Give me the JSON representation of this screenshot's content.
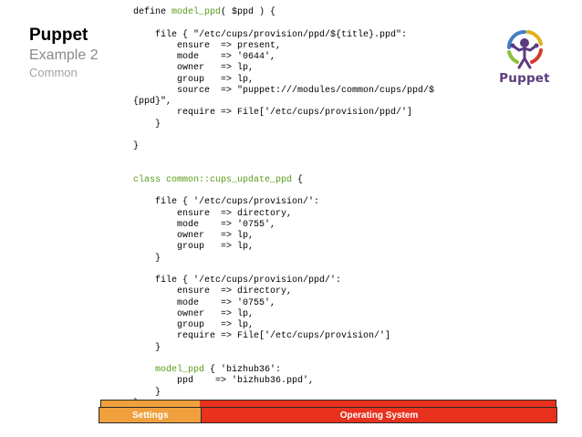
{
  "slide": {
    "title": "Puppet",
    "subtitle": "Example 2",
    "category": "Common"
  },
  "logo": {
    "wordmark": "Puppet"
  },
  "code": {
    "lines": [
      {
        "pre": "define ",
        "kw": "model_ppd",
        "post": "( $ppd ) {"
      },
      {
        "pre": "",
        "kw": "",
        "post": ""
      },
      {
        "pre": "    file { \"/etc/cups/provision/ppd/${title}.ppd\":",
        "kw": "",
        "post": ""
      },
      {
        "pre": "        ensure  => present,",
        "kw": "",
        "post": ""
      },
      {
        "pre": "        mode    => '0644',",
        "kw": "",
        "post": ""
      },
      {
        "pre": "        owner   => lp,",
        "kw": "",
        "post": ""
      },
      {
        "pre": "        group   => lp,",
        "kw": "",
        "post": ""
      },
      {
        "pre": "        source  => \"puppet:///modules/common/cups/ppd/$",
        "kw": "",
        "post": ""
      },
      {
        "pre": "{ppd}\",",
        "kw": "",
        "post": ""
      },
      {
        "pre": "        require => File['/etc/cups/provision/ppd/']",
        "kw": "",
        "post": ""
      },
      {
        "pre": "    }",
        "kw": "",
        "post": ""
      },
      {
        "pre": "",
        "kw": "",
        "post": ""
      },
      {
        "pre": "}",
        "kw": "",
        "post": ""
      },
      {
        "pre": "",
        "kw": "",
        "post": ""
      },
      {
        "pre": "",
        "kw": "",
        "post": ""
      },
      {
        "pre": "",
        "kw": "class common::cups_update_ppd",
        "post": " {"
      },
      {
        "pre": "",
        "kw": "",
        "post": ""
      },
      {
        "pre": "    file { '/etc/cups/provision/':",
        "kw": "",
        "post": ""
      },
      {
        "pre": "        ensure  => directory,",
        "kw": "",
        "post": ""
      },
      {
        "pre": "        mode    => '0755',",
        "kw": "",
        "post": ""
      },
      {
        "pre": "        owner   => lp,",
        "kw": "",
        "post": ""
      },
      {
        "pre": "        group   => lp,",
        "kw": "",
        "post": ""
      },
      {
        "pre": "    }",
        "kw": "",
        "post": ""
      },
      {
        "pre": "",
        "kw": "",
        "post": ""
      },
      {
        "pre": "    file { '/etc/cups/provision/ppd/':",
        "kw": "",
        "post": ""
      },
      {
        "pre": "        ensure  => directory,",
        "kw": "",
        "post": ""
      },
      {
        "pre": "        mode    => '0755',",
        "kw": "",
        "post": ""
      },
      {
        "pre": "        owner   => lp,",
        "kw": "",
        "post": ""
      },
      {
        "pre": "        group   => lp,",
        "kw": "",
        "post": ""
      },
      {
        "pre": "        require => File['/etc/cups/provision/']",
        "kw": "",
        "post": ""
      },
      {
        "pre": "    }",
        "kw": "",
        "post": ""
      },
      {
        "pre": "",
        "kw": "",
        "post": ""
      },
      {
        "pre": "    ",
        "kw": "model_ppd",
        "post": " { 'bizhub36':"
      },
      {
        "pre": "        ppd    => 'bizhub36.ppd',",
        "kw": "",
        "post": ""
      },
      {
        "pre": "    }",
        "kw": "",
        "post": ""
      },
      {
        "pre": "}",
        "kw": "",
        "post": ""
      }
    ]
  },
  "footer": {
    "settings_label": "Settings",
    "os_label": "Operating System"
  },
  "colors": {
    "keyword": "#5a9a18",
    "settings_bar": "#f0a03c",
    "os_bar": "#e8321e",
    "logo_purple": "#5d3a7e"
  }
}
